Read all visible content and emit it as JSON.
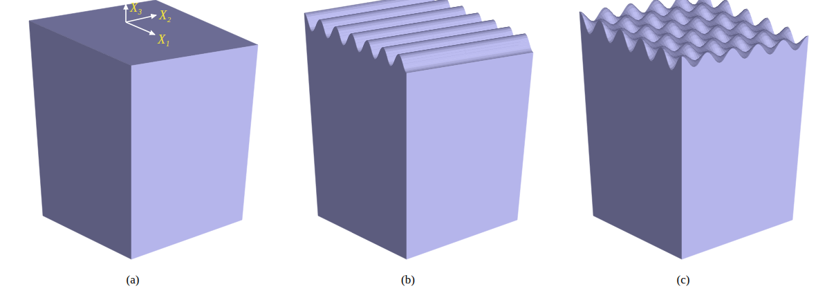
{
  "diagram": {
    "labels": [
      "X₃",
      "X₂",
      "X₁",
      "(a)",
      "(b)",
      "(c)"
    ]
  }
}
